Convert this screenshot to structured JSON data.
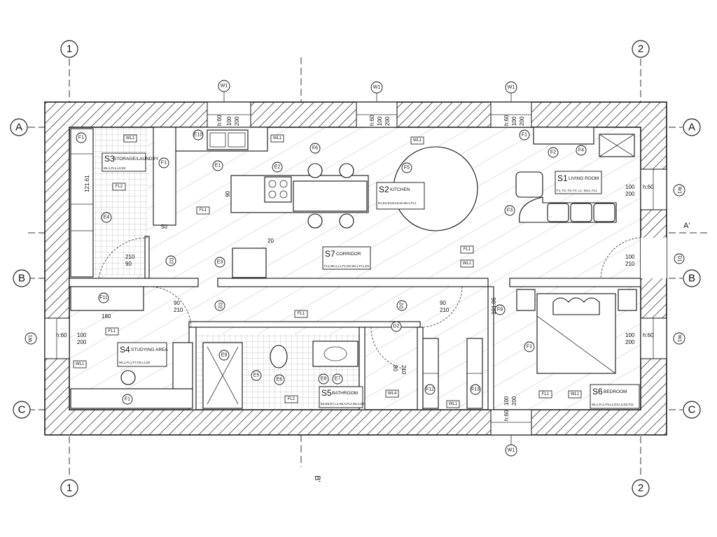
{
  "axes": {
    "cols": [
      {
        "id": "col-1",
        "label": "1"
      },
      {
        "id": "col-2",
        "label": "2"
      }
    ],
    "rows": [
      {
        "id": "row-A",
        "label": "A"
      },
      {
        "id": "row-B",
        "label": "B"
      },
      {
        "id": "row-C",
        "label": "C"
      }
    ]
  },
  "sections": {
    "a_label": "A'",
    "b_label": "B'"
  },
  "rooms": [
    {
      "code": "S1",
      "name": "LIVING ROOM",
      "specs": "F1, F2, F3, F4, L1, WL1, FL1"
    },
    {
      "code": "S2",
      "name": "KITCHEN",
      "specs": "E1,E2,E3,E4,E10,WL1,FL1"
    },
    {
      "code": "S3",
      "name": "STORAGE/LAUNDRY",
      "specs": "WL1,FL1,L3,D2"
    },
    {
      "code": "S4",
      "name": "STUDYING AREA",
      "specs": "WL1,FL1,F7,F8,L1,D2"
    },
    {
      "code": "S5",
      "name": "BATHROOM",
      "specs": "E5,E6,E7,L2,WL4,FL2,WL4,D2"
    },
    {
      "code": "S6",
      "name": "BEDROOM",
      "specs": "WL1,FL1,F9,L1,D2,L3,D2,F11"
    },
    {
      "code": "S7",
      "name": "CORRIDOR",
      "specs": "FL1,WL1,L1,F1,D2,WL1,FL1,D1"
    }
  ],
  "windows": {
    "w1": "W1",
    "sill": "h:60",
    "w_dim": "100",
    "h_dim": "200"
  },
  "tags": {
    "e1": "E1",
    "e2": "E2",
    "e3": "E3",
    "e4": "E4",
    "e5": "E5",
    "e6": "E6",
    "e7": "E7",
    "e8": "E8",
    "e9": "E9",
    "e10": "E10",
    "f1": "F1",
    "f2": "F2",
    "f3": "F3",
    "f4": "F4",
    "f5": "F5",
    "f6": "F6",
    "f9": "F9",
    "f11": "F11",
    "f12": "F12",
    "f13": "F13",
    "d1": "D1",
    "d2": "D2",
    "wl1": "WL1",
    "wl4": "WL4",
    "fl1": "FL1",
    "fl2": "FL2"
  },
  "dims": {
    "storage": "121.61",
    "island": "90",
    "d50": "50",
    "d20": "20",
    "d210": "210",
    "d90": "90",
    "d180": "180",
    "d100": "100",
    "d200": "200",
    "bed_dim": "101.06"
  }
}
